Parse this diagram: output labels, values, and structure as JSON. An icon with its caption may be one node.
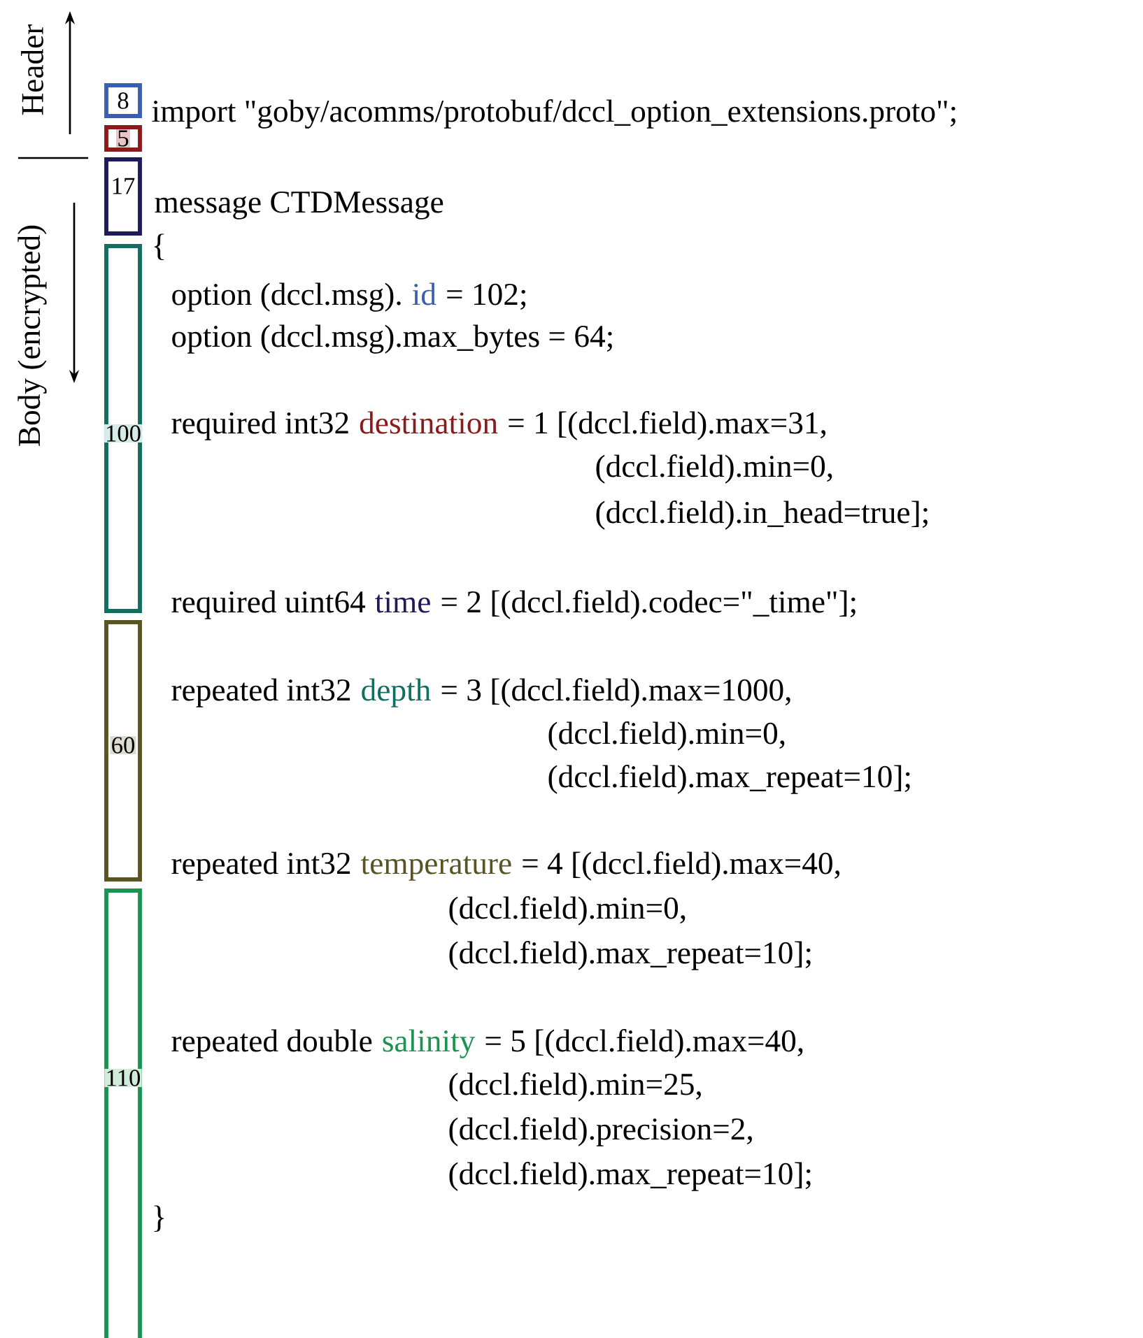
{
  "diagram": {
    "nodes": [
      {
        "text": [
          "8"
        ]
      },
      {
        "text": [
          "5"
        ]
      },
      {
        "text": [
          "17"
        ]
      },
      {
        "text": [
          "100"
        ]
      },
      {
        "text": [
          "60"
        ]
      },
      {
        "text": [
          "110"
        ]
      }
    ],
    "labels": [
      "Header",
      "Body (encrypted)",
      "import \"goby/acomms/protobuf/dccl_option_extensions.proto\";",
      "message CTDMessage",
      "{",
      "option (dccl.msg).",
      "id",
      "= 102;",
      "option (dccl.msg).max_bytes = 64;",
      "required int32",
      "destination",
      "= 1 [(dccl.field).max=31,",
      "(dccl.field).min=0,",
      "(dccl.field).in_head=true];",
      "required uint64",
      "time",
      "= 2 [(dccl.field).codec=\"_time\"];",
      "repeated int32",
      "depth",
      "= 3 [(dccl.field).max=1000,",
      "(dccl.field).min=0,",
      "(dccl.field).max_repeat=10];",
      "repeated int32",
      "temperature",
      "= 4 [(dccl.field).max=40,",
      "(dccl.field).min=0,",
      "(dccl.field).max_repeat=10];",
      "repeated double",
      "salinity",
      "= 5 [(dccl.field).max=40,",
      "(dccl.field).min=25,",
      "(dccl.field).precision=2,",
      "(dccl.field).max_repeat=10];",
      "}"
    ]
  }
}
